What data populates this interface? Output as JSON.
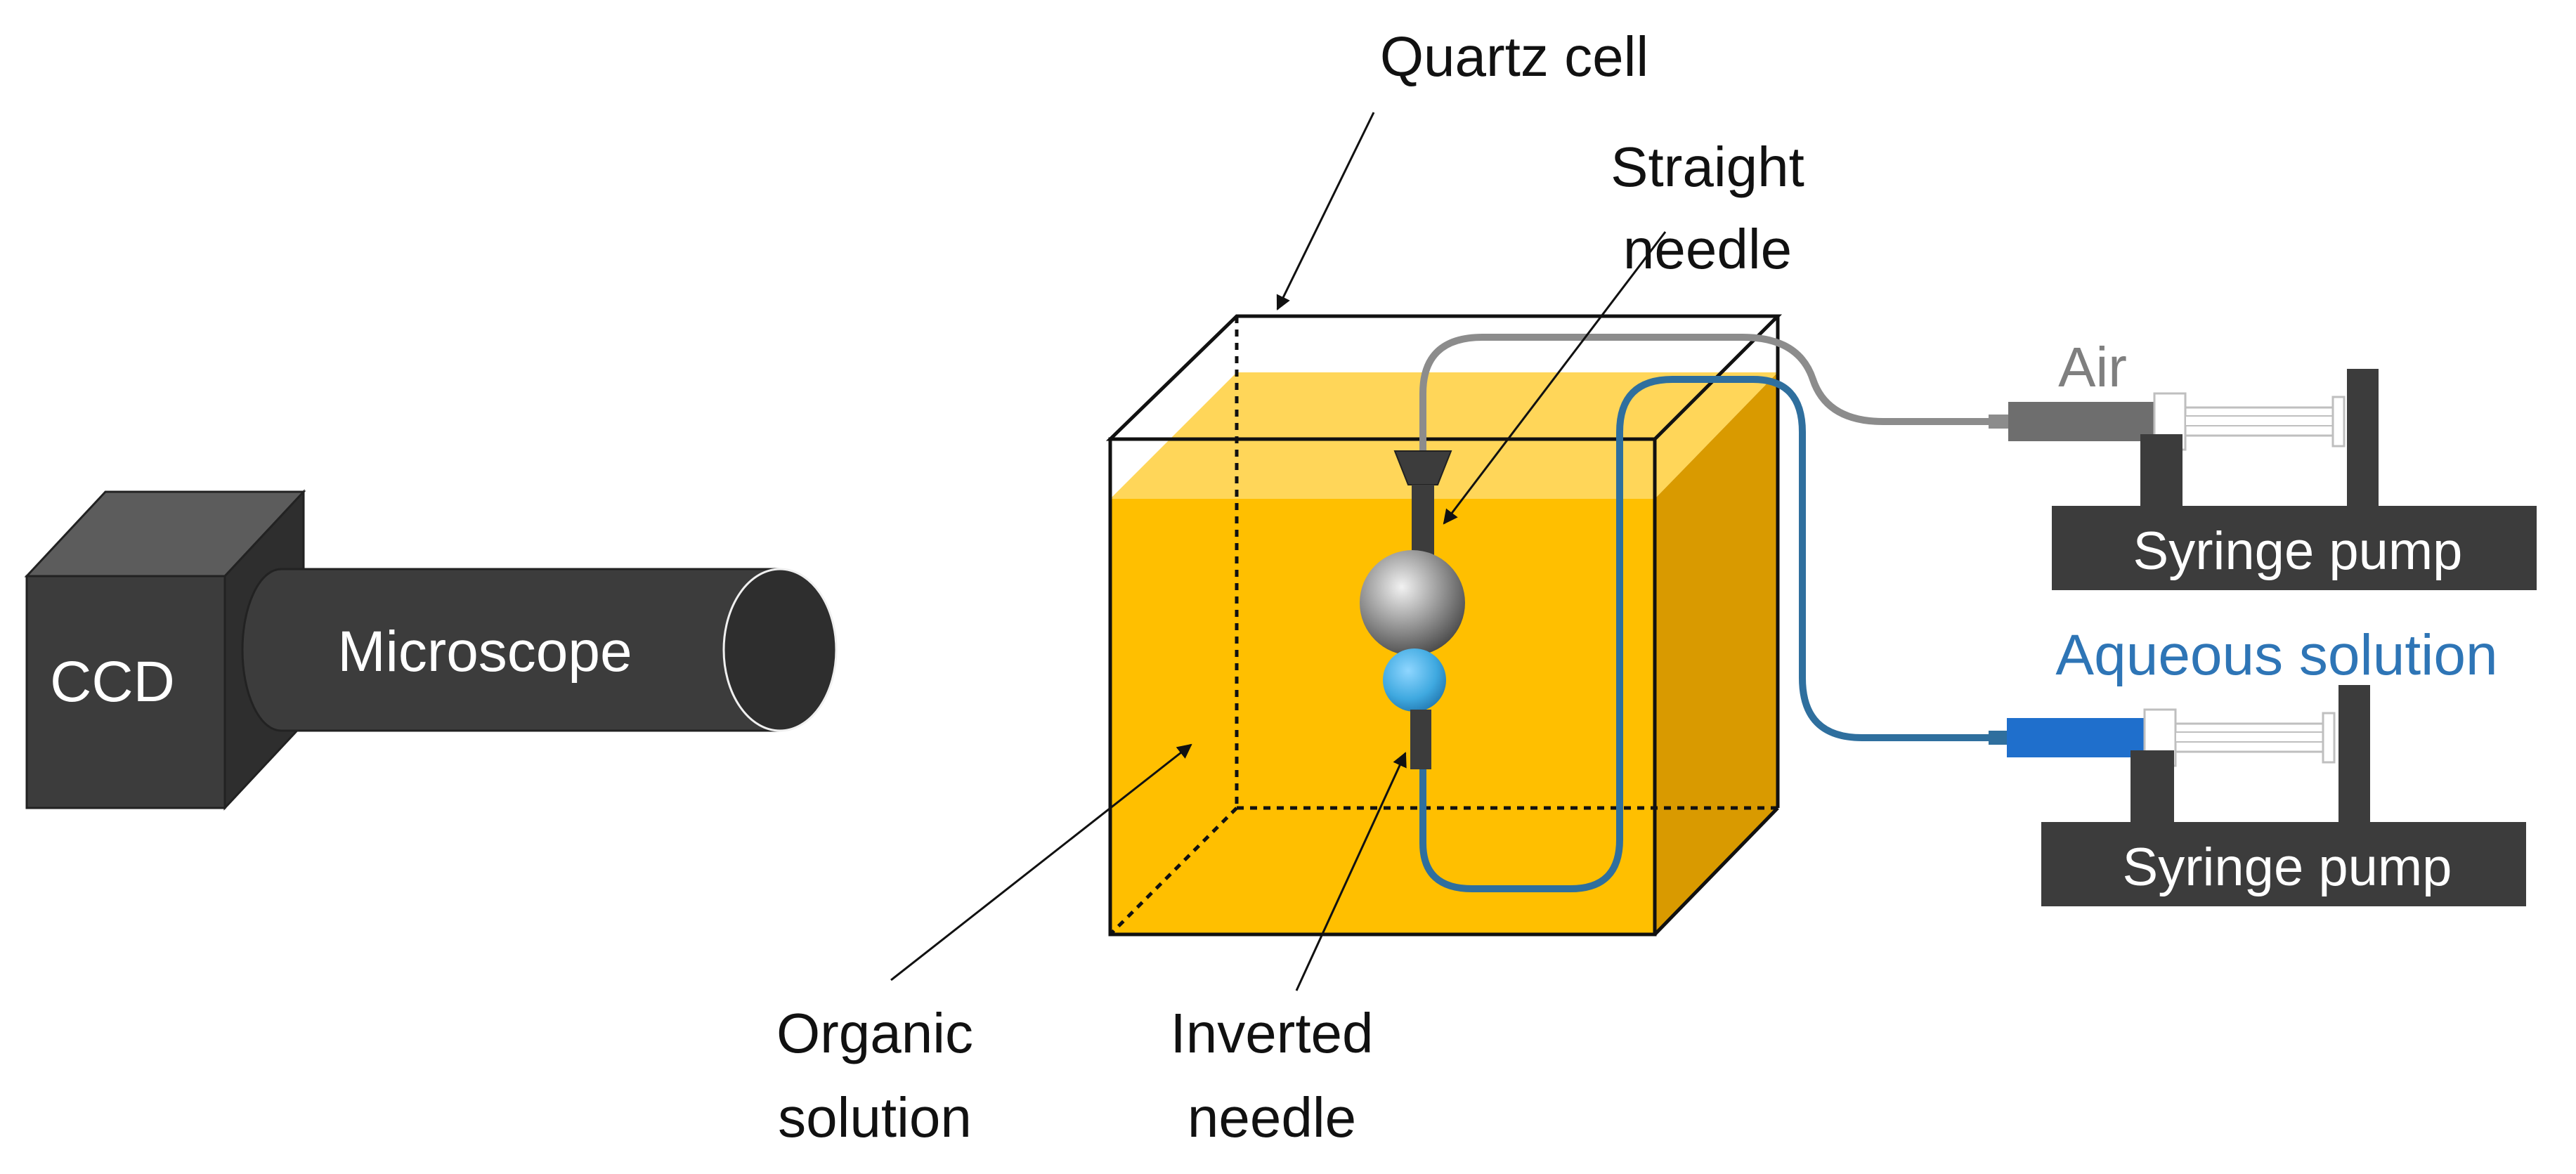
{
  "labels": {
    "ccd": "CCD",
    "microscope": "Microscope",
    "quartz_cell": "Quartz cell",
    "straight_needle": [
      "Straight",
      "needle"
    ],
    "inverted_needle": [
      "Inverted",
      "needle"
    ],
    "organic_solution": [
      "Organic",
      "solution"
    ],
    "air": "Air",
    "aqueous_solution": "Aqueous solution",
    "syringe_pump_top": "Syringe pump",
    "syringe_pump_bottom": "Syringe pump"
  },
  "colors": {
    "device_dark": "#3c3c3c",
    "device_light": "#5a5a5a",
    "organic_front": "#ffbf00",
    "organic_top": "#ffd659",
    "organic_side": "#d99a00",
    "air_line": "#8c8c8c",
    "aqueous_line": "#2f6f9e",
    "aqueous_text": "#2e75b6",
    "aqueous_syringe": "#1f6fcc",
    "air_syringe": "#6e6e6e",
    "droplet_blue": "#3fa9e0",
    "bubble_gray": "#9a9a9a"
  }
}
